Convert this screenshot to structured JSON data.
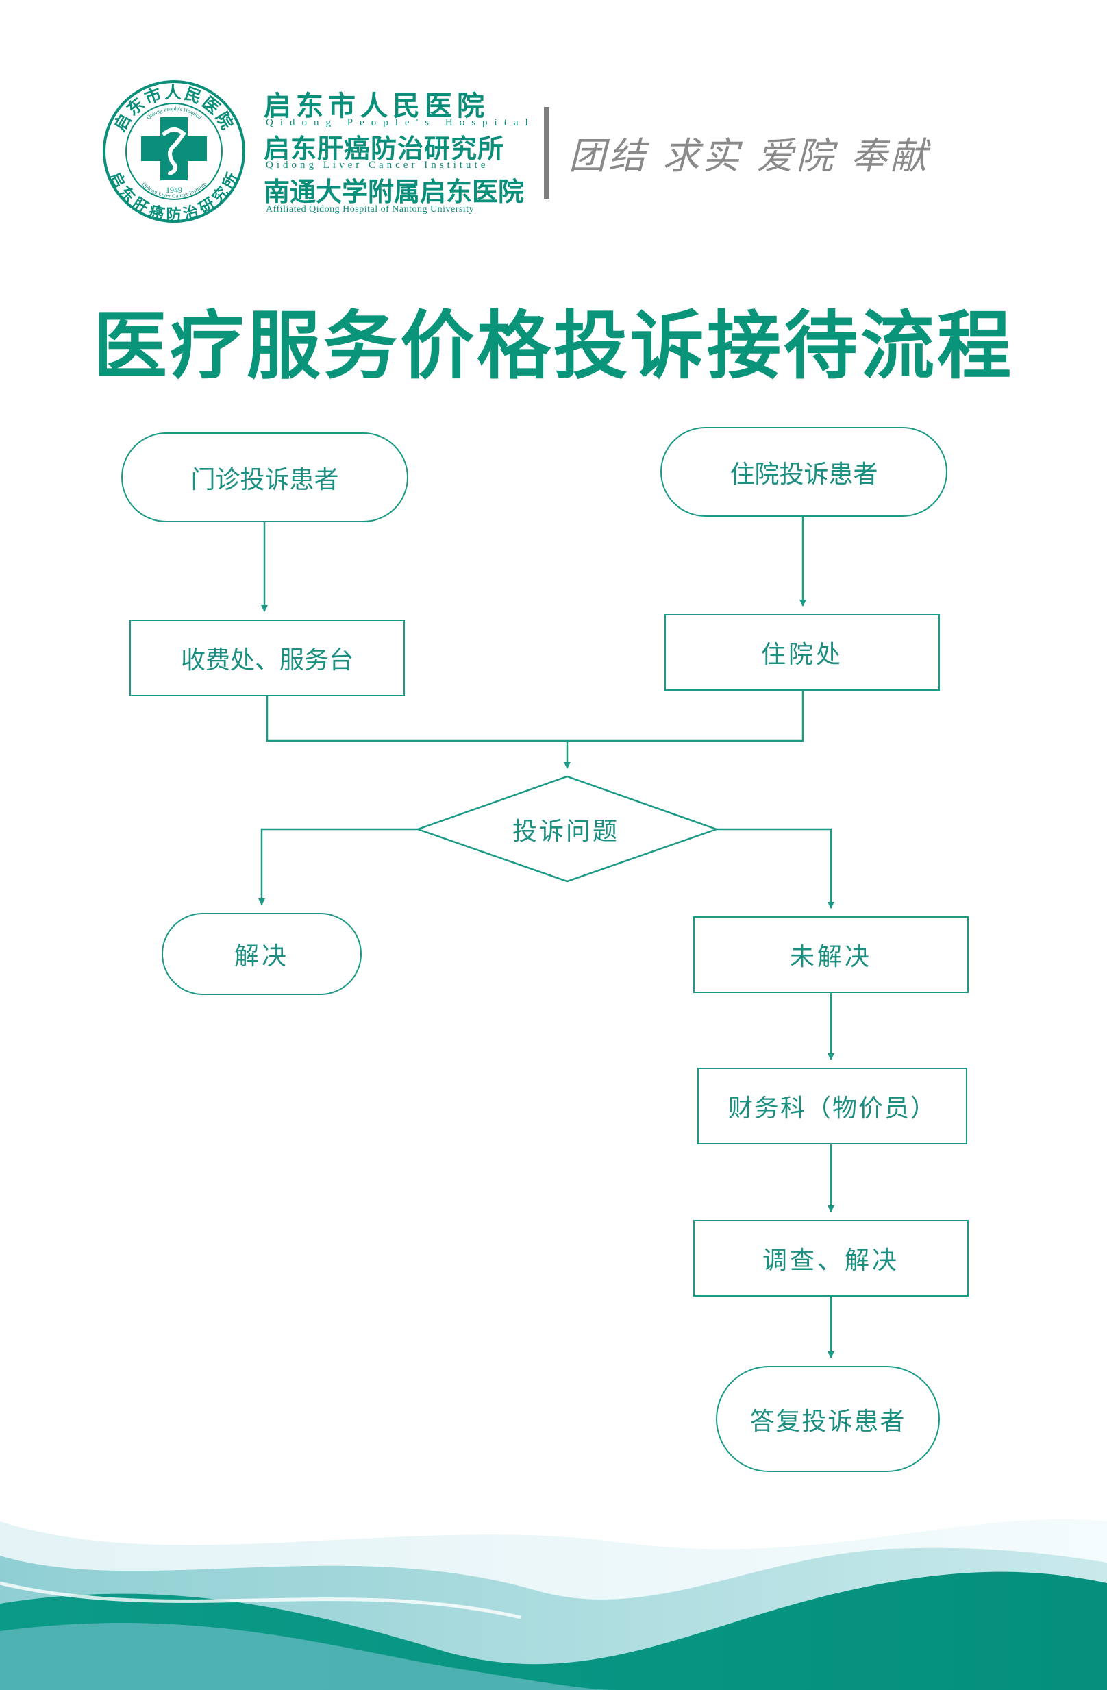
{
  "header": {
    "hospital_name_1": "启东市人民医院",
    "hospital_name_1_en": "Qidong People's Hospital",
    "hospital_name_2": "启东肝癌防治研究所",
    "hospital_name_2_en": "Qidong Liver Cancer Institute",
    "hospital_name_3": "南通大学附属启东医院",
    "hospital_name_3_en": "Affiliated Qidong Hospital of Nantong University",
    "motto": "团结 求实 爱院 奉献"
  },
  "logo": {
    "ring_text_top": "启东市人民医院",
    "ring_text_top_en": "Qidong People's Hospital",
    "ring_text_bottom": "启东肝癌防治研究所",
    "ring_text_bottom_en": "Qidong Liver Cancer Institute",
    "year": "1949",
    "icon": "medical-cross-icon"
  },
  "title": "医疗服务价格投诉接待流程",
  "flow": {
    "outpatient": "门诊投诉患者",
    "inpatient": "住院投诉患者",
    "cashier": "收费处、服务台",
    "inpatient_office": "住院处",
    "decision": "投诉问题",
    "resolved": "解决",
    "unresolved": "未解决",
    "finance": "财务科（物价员）",
    "investigate": "调查、解决",
    "reply": "答复投诉患者"
  },
  "colors": {
    "brand": "#0a9479",
    "line": "#1b9a86",
    "motto": "#8a8a8a"
  }
}
